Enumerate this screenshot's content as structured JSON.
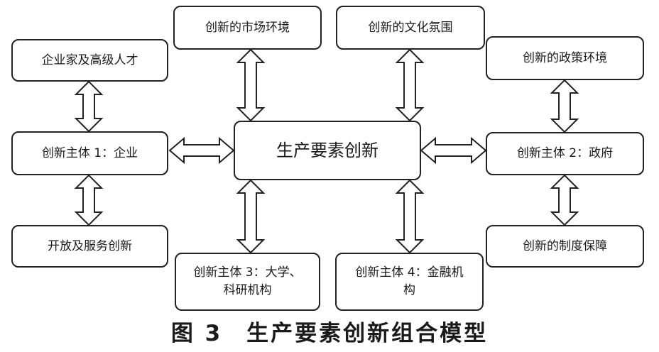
{
  "nodes": {
    "talent": "企业家及高级人才",
    "market": "创新的市场环境",
    "culture": "创新的文化氛围",
    "policy": "创新的政策环境",
    "enterprise": "创新主体 1：企业",
    "center": "生产要素创新",
    "government": "创新主体 2：政府",
    "open_service": "开放及服务创新",
    "university_line1": "创新主体 3：大学、",
    "university_line2": "科研机构",
    "finance_line1": "创新主体 4：金融机",
    "finance_line2": "构",
    "institution": "创新的制度保障"
  },
  "caption": "图 3　生产要素创新组合模型"
}
